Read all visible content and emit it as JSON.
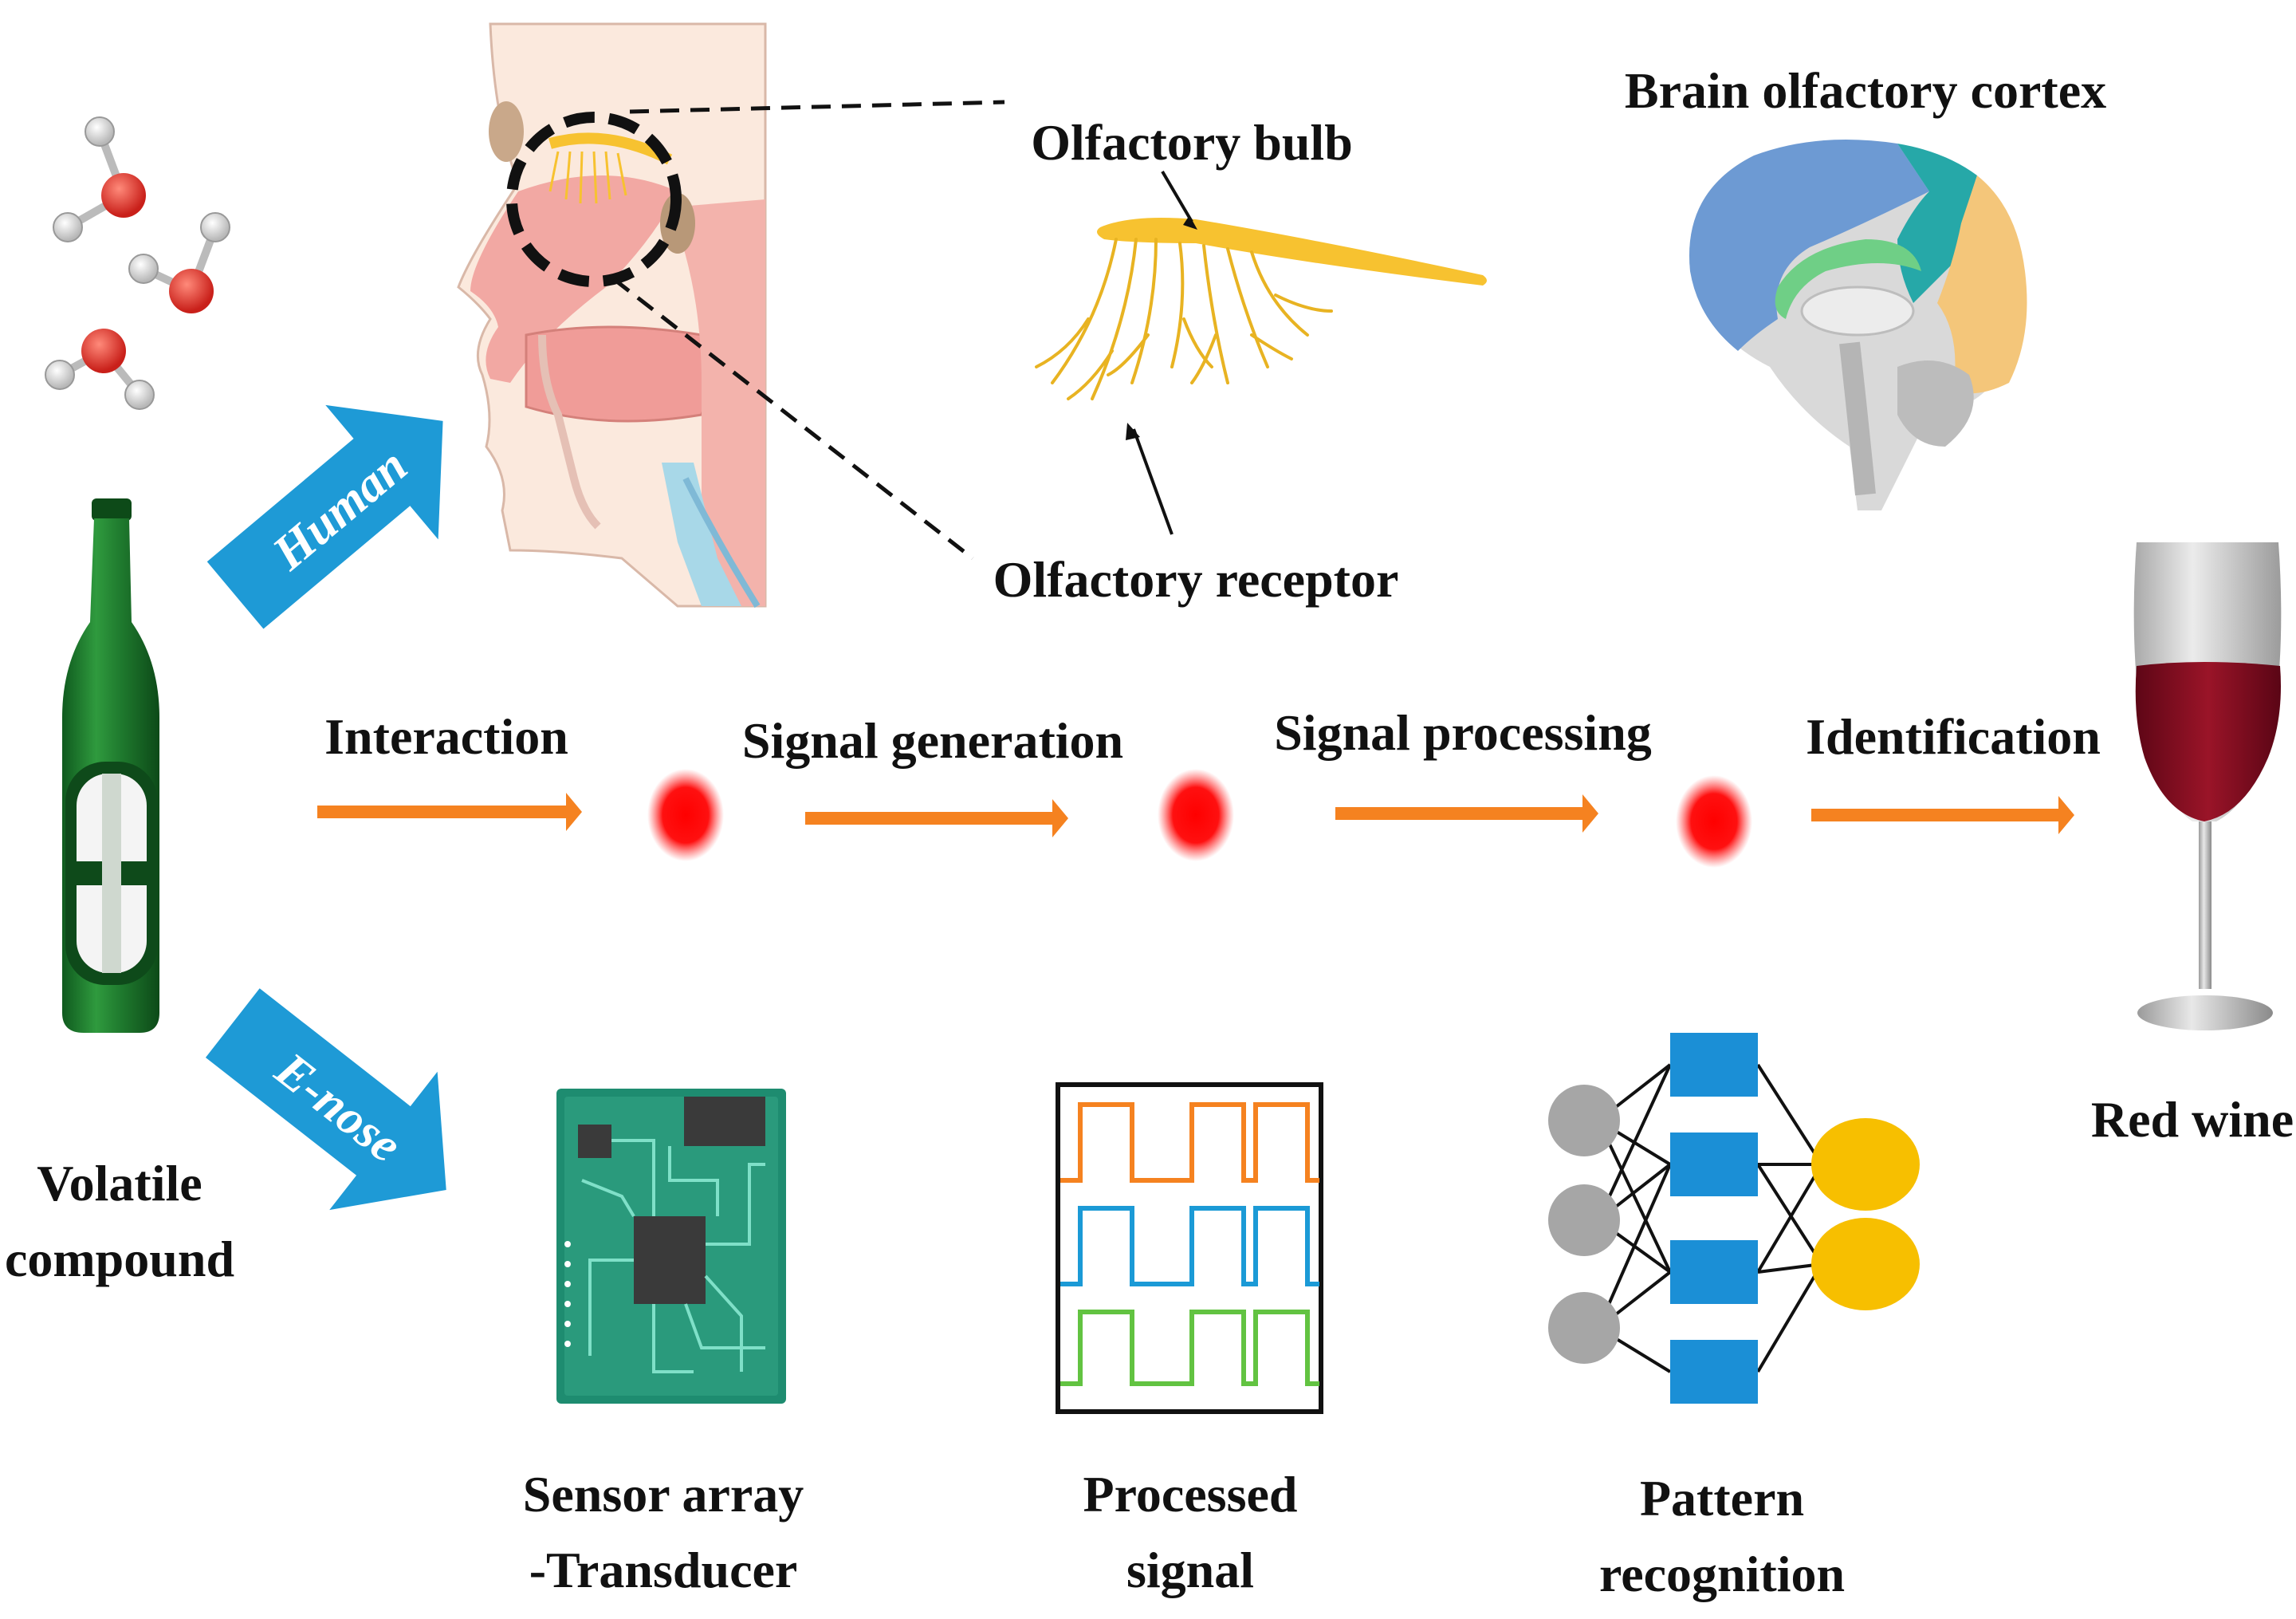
{
  "labels": {
    "olfactory_bulb": "Olfactory bulb",
    "brain_cortex": "Brain olfactory cortex",
    "olfactory_receptor": "Olfactory receptor",
    "volatile_line1": "Volatile",
    "volatile_line2": "compound",
    "red_wine": "Red wine",
    "sensor_line1": "Sensor array",
    "sensor_line2": "-Transducer",
    "processed_line1": "Processed",
    "processed_line2": "signal",
    "pattern_line1": "Pattern",
    "pattern_line2": "recognition"
  },
  "pathways": {
    "human": "Human",
    "enose": "E-nose"
  },
  "steps": [
    {
      "label": "Interaction"
    },
    {
      "label": "Signal generation"
    },
    {
      "label": "Signal processing"
    },
    {
      "label": "Identification"
    }
  ],
  "colors": {
    "step_arrow": "#f58220",
    "step_dot": "#ff0000",
    "pathway_arrow": "#1e9ad6",
    "bottle": "#1f7a2e",
    "wine": "#8b0d23",
    "pcb": "#1e8c70",
    "nn_input": "#a6a6a6",
    "nn_hidden": "#1b8fd6",
    "nn_output": "#f7bf00",
    "signal_orange": "#f58220",
    "signal_blue": "#1b9ad6",
    "signal_green": "#62c341"
  },
  "icons": [
    "water-molecule-icon",
    "beer-bottle-icon",
    "head-section-icon",
    "olfactory-bulb-icon",
    "brain-icon",
    "wine-glass-icon",
    "sensor-chip-icon",
    "square-wave-icon",
    "neural-network-icon"
  ]
}
